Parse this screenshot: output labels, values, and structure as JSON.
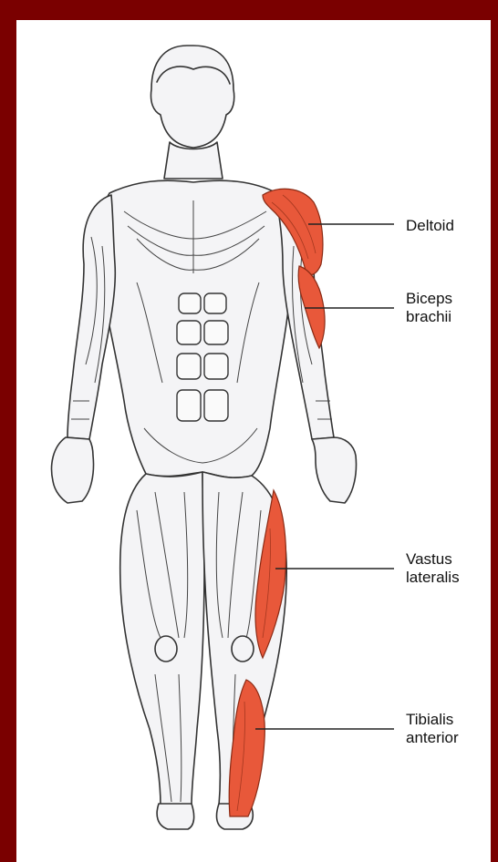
{
  "colors": {
    "frame": "#7a0000",
    "panel": "#ffffff",
    "highlight": "#e8583a",
    "outline": "#333333",
    "body_fill": "#f4f4f6"
  },
  "labels": {
    "deltoid": {
      "lines": [
        "Deltoid"
      ]
    },
    "biceps": {
      "lines": [
        "Biceps",
        "brachii"
      ]
    },
    "vastus": {
      "lines": [
        "Vastus",
        "lateralis"
      ]
    },
    "tibialis": {
      "lines": [
        "Tibialis",
        "anterior"
      ]
    }
  }
}
